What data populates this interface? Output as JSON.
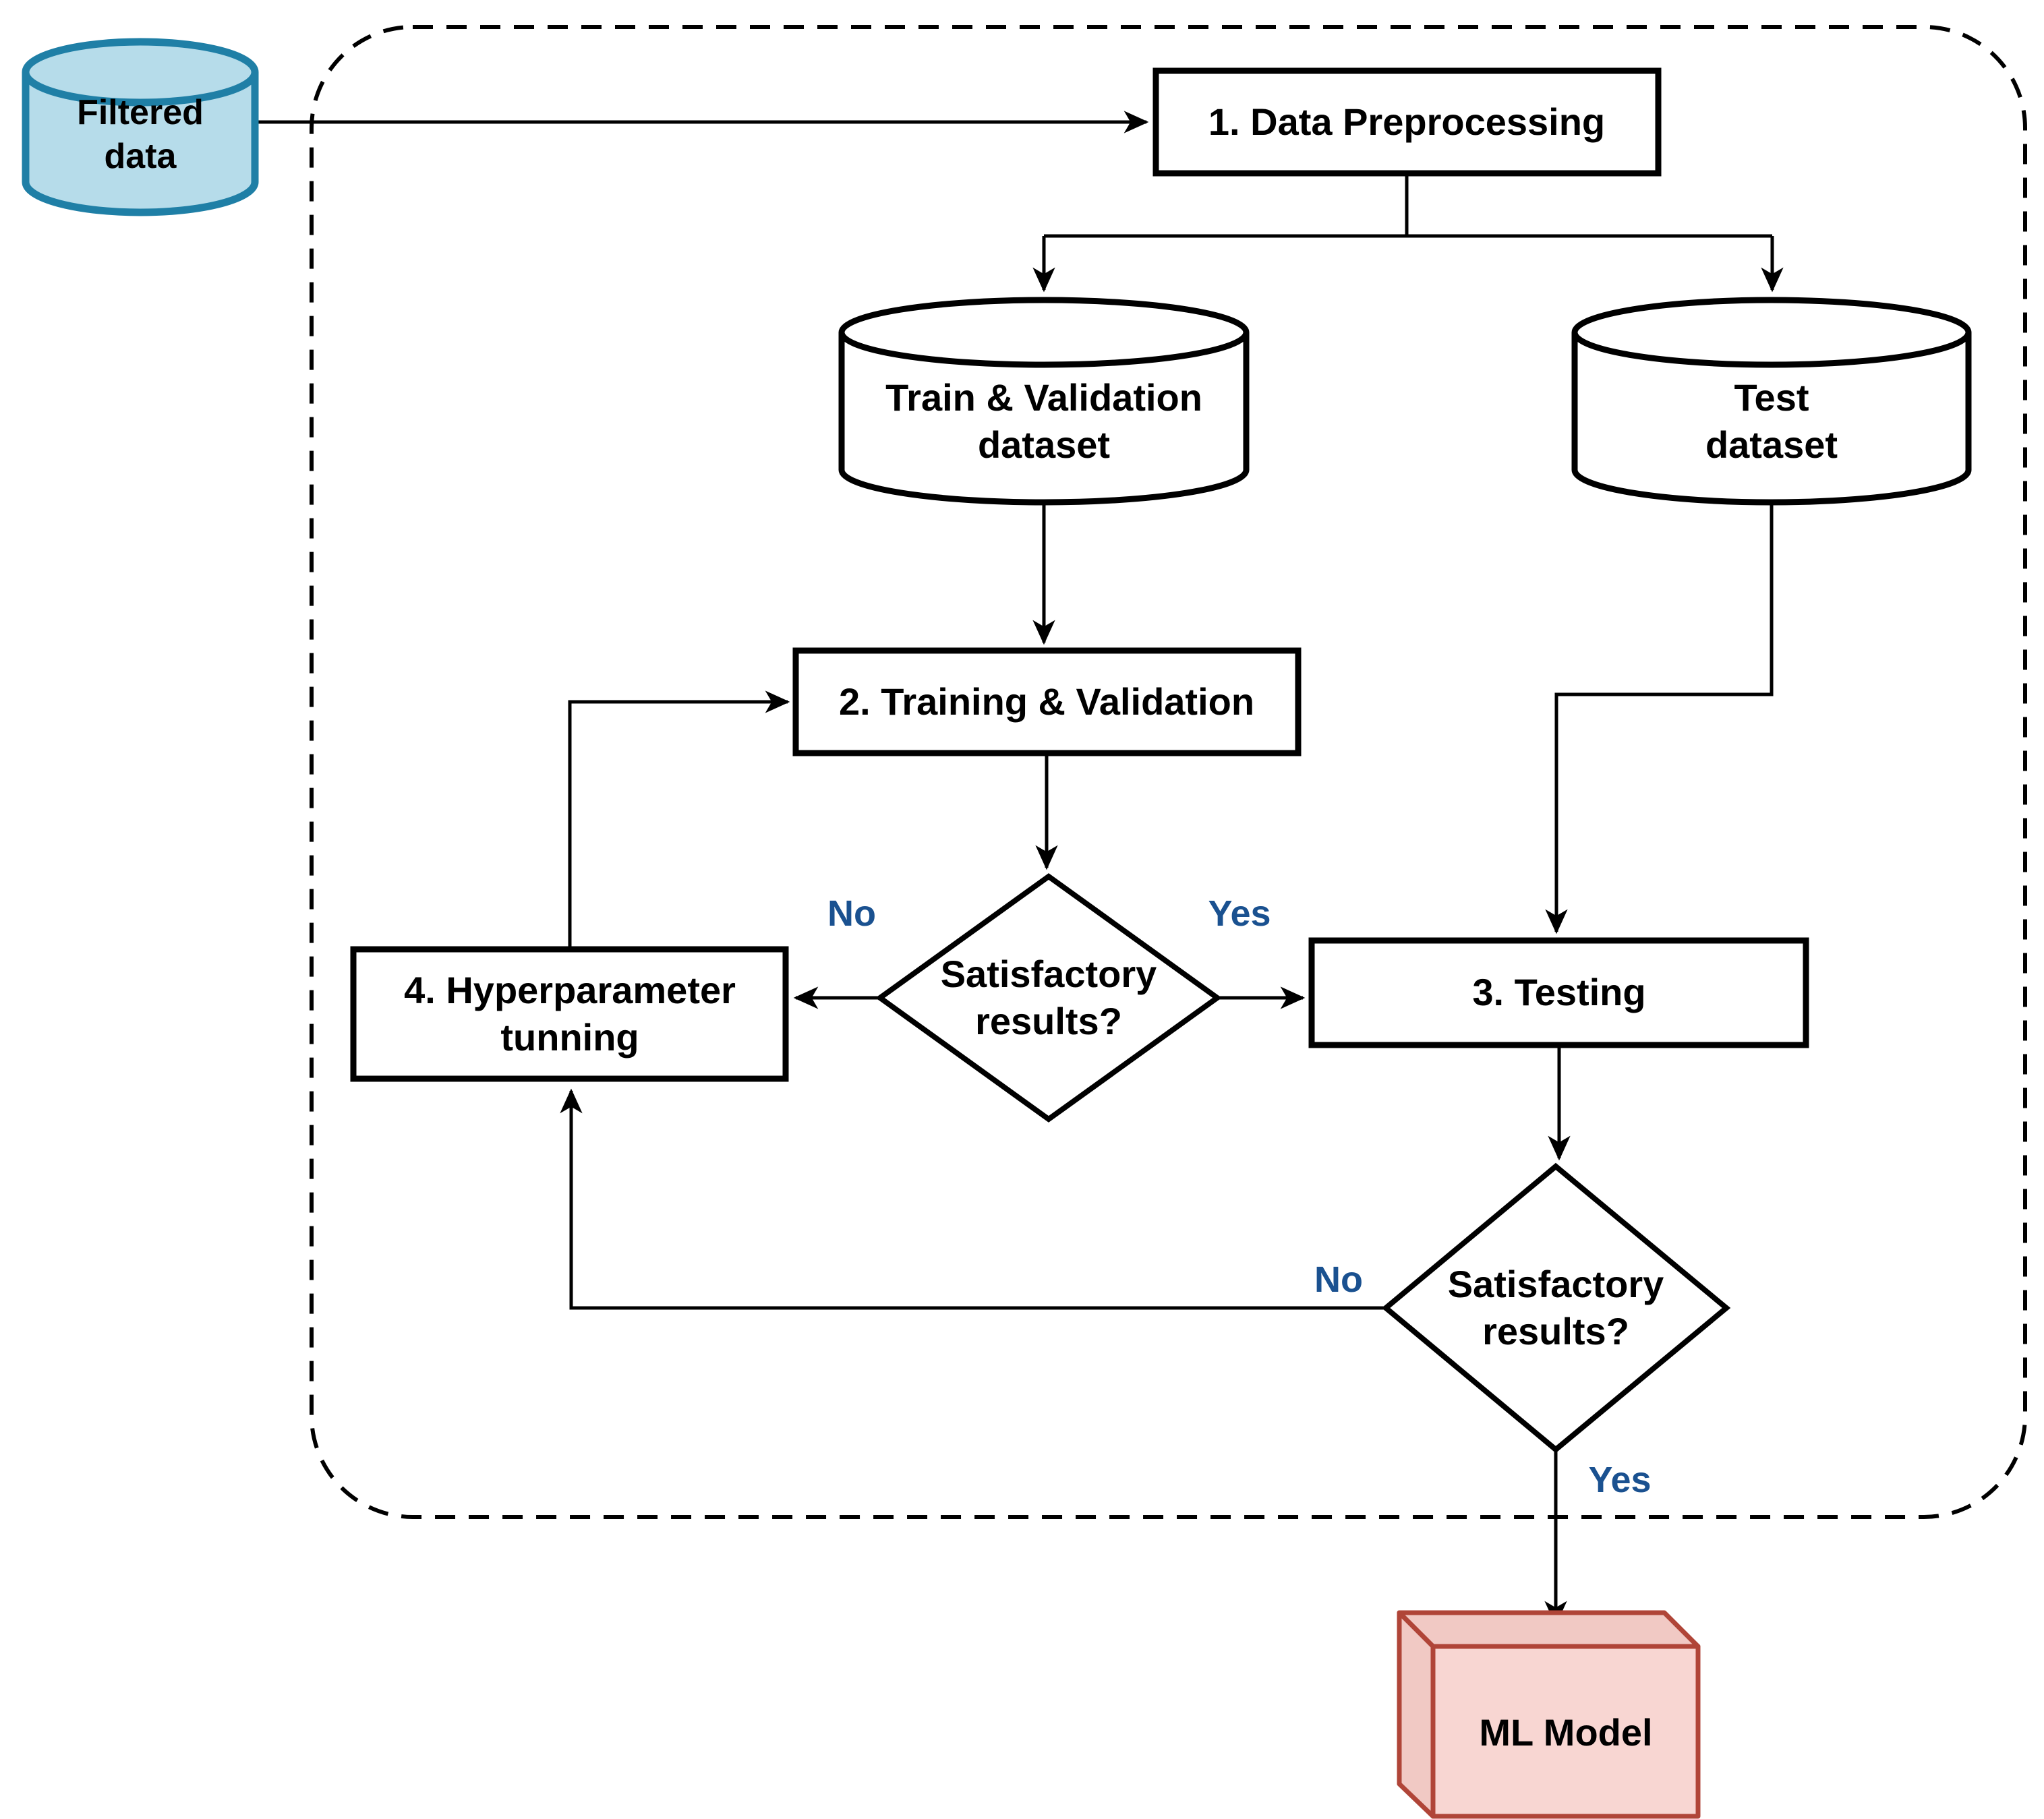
{
  "diagram_title": "Machine learning model training pipeline flowchart",
  "colors": {
    "source_fill": "#B6DCEA",
    "source_stroke": "#1F7FA6",
    "node_fill": "#FFFFFF",
    "node_stroke": "#000000",
    "branch_label": "#1A5190",
    "model_front_fill": "#F8D6D2",
    "model_side_fill": "#F1C9C4",
    "model_stroke": "#B04538"
  },
  "nodes": {
    "filtered_data": {
      "label": "Filtered\ndata"
    },
    "preprocessing": {
      "label": "1. Data Preprocessing"
    },
    "train_val_dataset": {
      "label": "Train & Validation\ndataset"
    },
    "test_dataset": {
      "label": "Test\ndataset"
    },
    "training_validation": {
      "label": "2. Training & Validation"
    },
    "decision_validation": {
      "label": "Satisfactory\nresults?"
    },
    "hyperparameter_tuning": {
      "label": "4. Hyperparameter\ntunning"
    },
    "testing": {
      "label": "3. Testing"
    },
    "decision_testing": {
      "label": "Satisfactory\nresults?"
    },
    "ml_model": {
      "label": "ML Model"
    }
  },
  "branch_labels": {
    "validation_no": "No",
    "validation_yes": "Yes",
    "testing_no": "No",
    "testing_yes": "Yes"
  }
}
